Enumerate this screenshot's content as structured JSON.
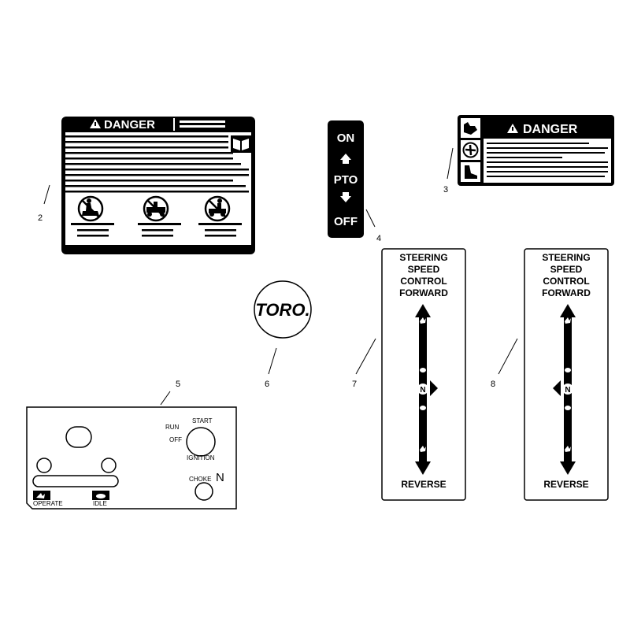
{
  "callouts": [
    "2",
    "3",
    "4",
    "5",
    "6",
    "7",
    "8"
  ],
  "decal_2": {
    "header": "DANGER"
  },
  "decal_3": {
    "header": "DANGER"
  },
  "decal_4": {
    "on": "ON",
    "pto": "PTO",
    "off": "OFF"
  },
  "decal_5": {
    "run": "RUN",
    "off": "OFF",
    "start": "START",
    "ignition": "IGNITION",
    "choke": "CHOKE",
    "choke_symbol": "N",
    "operate": "OPERATE",
    "idle": "IDLE"
  },
  "decal_6": {
    "logo": "TORO."
  },
  "decal_7": {
    "line1": "STEERING",
    "line2": "SPEED",
    "line3": "CONTROL",
    "forward": "FORWARD",
    "reverse": "REVERSE",
    "neutral": "N"
  },
  "decal_8": {
    "line1": "STEERING",
    "line2": "SPEED",
    "line3": "CONTROL",
    "forward": "FORWARD",
    "reverse": "REVERSE",
    "neutral": "N"
  },
  "icons": {
    "warning": "warning-triangle-icon",
    "manual": "operator-manual-icon",
    "no_riders": "no-passenger-icon",
    "hand": "hand-hazard-icon",
    "blade": "rotating-blade-icon",
    "foot": "foot-hazard-icon",
    "rabbit": "fast-rabbit-icon",
    "turtle": "slow-turtle-icon"
  },
  "colors": {
    "ink": "#000000",
    "paper": "#ffffff"
  }
}
